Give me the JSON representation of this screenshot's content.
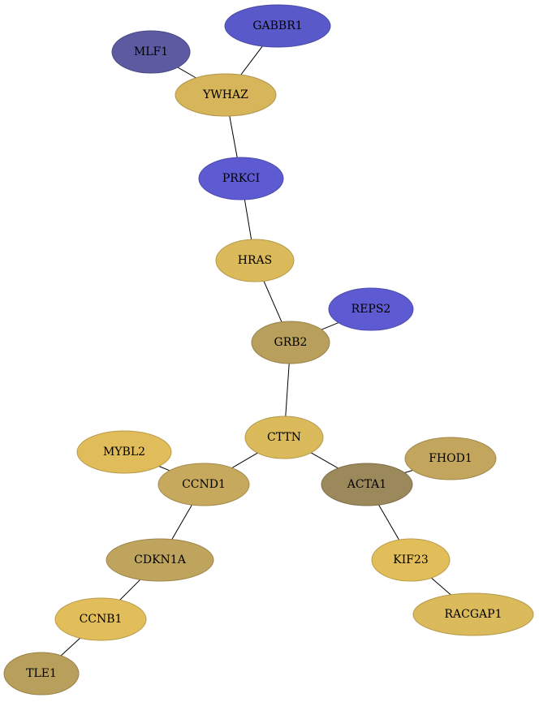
{
  "network": {
    "nodes": [
      {
        "id": "GABBR1",
        "label": "GABBR1",
        "color": "#5a59c9"
      },
      {
        "id": "MLF1",
        "label": "MLF1",
        "color": "#5c5aa1"
      },
      {
        "id": "YWHAZ",
        "label": "YWHAZ",
        "color": "#d7b55a"
      },
      {
        "id": "PRKCI",
        "label": "PRKCI",
        "color": "#5d5ad2"
      },
      {
        "id": "HRAS",
        "label": "HRAS",
        "color": "#dbba5b"
      },
      {
        "id": "REPS2",
        "label": "REPS2",
        "color": "#5d5ad2"
      },
      {
        "id": "GRB2",
        "label": "GRB2",
        "color": "#b89f5c"
      },
      {
        "id": "CTTN",
        "label": "CTTN",
        "color": "#dbba5b"
      },
      {
        "id": "MYBL2",
        "label": "MYBL2",
        "color": "#e0bd5a"
      },
      {
        "id": "CCND1",
        "label": "CCND1",
        "color": "#c6a95d"
      },
      {
        "id": "FHOD1",
        "label": "FHOD1",
        "color": "#c3a65d"
      },
      {
        "id": "ACTA1",
        "label": "ACTA1",
        "color": "#9b885b"
      },
      {
        "id": "CDKN1A",
        "label": "CDKN1A",
        "color": "#bfa45d"
      },
      {
        "id": "KIF23",
        "label": "KIF23",
        "color": "#e2be5a"
      },
      {
        "id": "CCNB1",
        "label": "CCNB1",
        "color": "#e2be5a"
      },
      {
        "id": "RACGAP1",
        "label": "RACGAP1",
        "color": "#dbba5b"
      },
      {
        "id": "TLE1",
        "label": "TLE1",
        "color": "#b89f5c"
      }
    ],
    "edges": [
      [
        "MLF1",
        "YWHAZ"
      ],
      [
        "GABBR1",
        "YWHAZ"
      ],
      [
        "YWHAZ",
        "PRKCI"
      ],
      [
        "PRKCI",
        "HRAS"
      ],
      [
        "HRAS",
        "GRB2"
      ],
      [
        "REPS2",
        "GRB2"
      ],
      [
        "GRB2",
        "CTTN"
      ],
      [
        "CTTN",
        "CCND1"
      ],
      [
        "CTTN",
        "ACTA1"
      ],
      [
        "MYBL2",
        "CCND1"
      ],
      [
        "FHOD1",
        "ACTA1"
      ],
      [
        "CCND1",
        "CDKN1A"
      ],
      [
        "ACTA1",
        "KIF23"
      ],
      [
        "CDKN1A",
        "CCNB1"
      ],
      [
        "KIF23",
        "RACGAP1"
      ],
      [
        "CCNB1",
        "TLE1"
      ]
    ]
  }
}
